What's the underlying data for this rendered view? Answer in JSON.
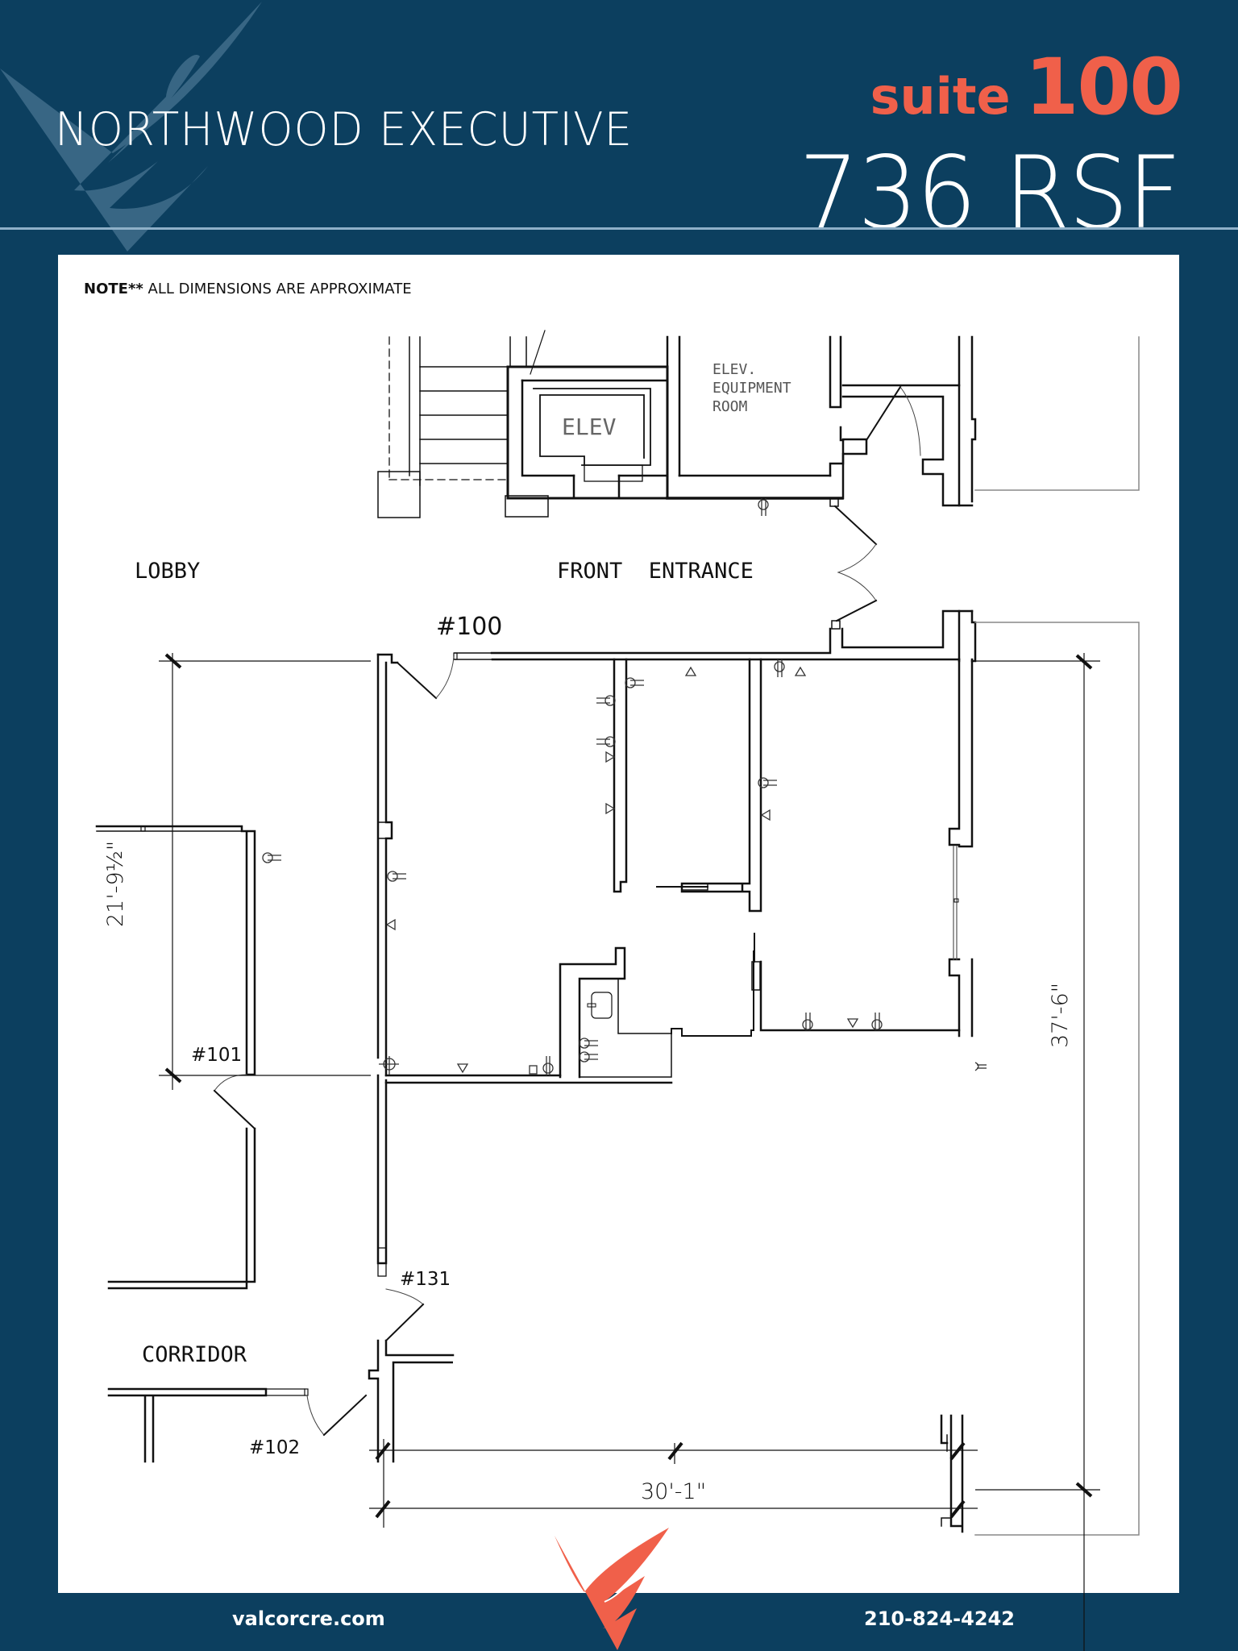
{
  "header": {
    "building_name": "NORTHWOOD EXECUTIVE",
    "suite_word": "suite",
    "suite_number": "100",
    "area": "736 RSF"
  },
  "note": {
    "bold": "NOTE**",
    "text": " ALL DIMENSIONS ARE APPROXIMATE"
  },
  "floorplan": {
    "labels": {
      "lobby": "LOBBY",
      "front_entrance": "FRONT  ENTRANCE",
      "corridor": "CORRIDOR",
      "elev": "ELEV",
      "elev_equipment_line1": "ELEV.",
      "elev_equipment_line2": "EQUIPMENT",
      "elev_equipment_line3": "ROOM"
    },
    "suites": {
      "s100": "#100",
      "s101": "#101",
      "s131": "#131",
      "s102": "#102"
    },
    "dimensions": {
      "left_height": "21'-9½\"",
      "right_height": "37'-6\"",
      "bottom_width": "30'-1\""
    }
  },
  "footer": {
    "website": "valcorcre.com",
    "phone": "210-824-4242"
  },
  "colors": {
    "navy": "#0c3f5f",
    "accent": "#f0604a",
    "rule": "#8fb0c8"
  }
}
